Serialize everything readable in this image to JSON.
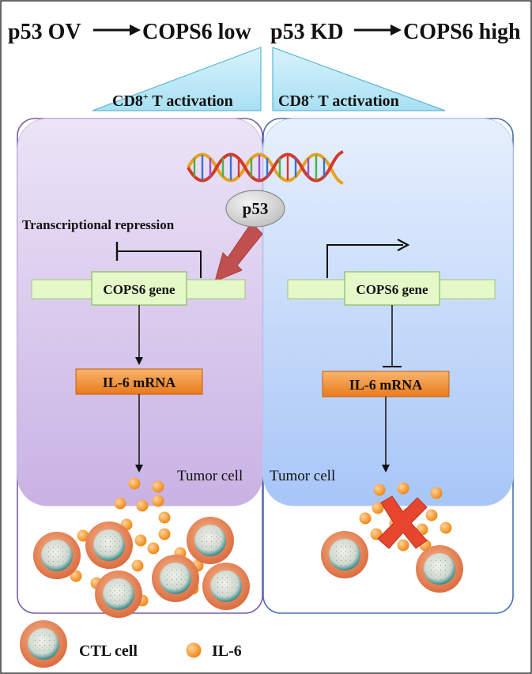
{
  "header": {
    "left_condition": "p53 OV",
    "left_result": "COPS6 low",
    "right_condition": "p53 KD",
    "right_result": "COPS6 high"
  },
  "activation": {
    "left_label": "CD8",
    "right_label": "CD8",
    "superscript": "+",
    "suffix": " T activation"
  },
  "left_panel": {
    "p53_label": "p53",
    "repression_label": "Transcriptional repression",
    "gene_label": "COPS6 gene",
    "mrna_label": "IL-6 mRNA",
    "tumor_label": "Tumor cell"
  },
  "right_panel": {
    "gene_label": "COPS6 gene",
    "mrna_label": "IL-6 mRNA",
    "tumor_label": "Tumor cell"
  },
  "legend": {
    "ctl_label": "CTL cell",
    "il6_label": "IL-6"
  },
  "colors": {
    "left_panel": "#d4c3ec",
    "right_panel": "#c9dcfb",
    "wedge": "#bfe9f7",
    "gene_box": "#e4f8c8",
    "mrna_box": "#f08a2a",
    "il6_dot": "#f28c1c",
    "p53_arrow": "#c0504d",
    "block_x": "#e8452f"
  }
}
